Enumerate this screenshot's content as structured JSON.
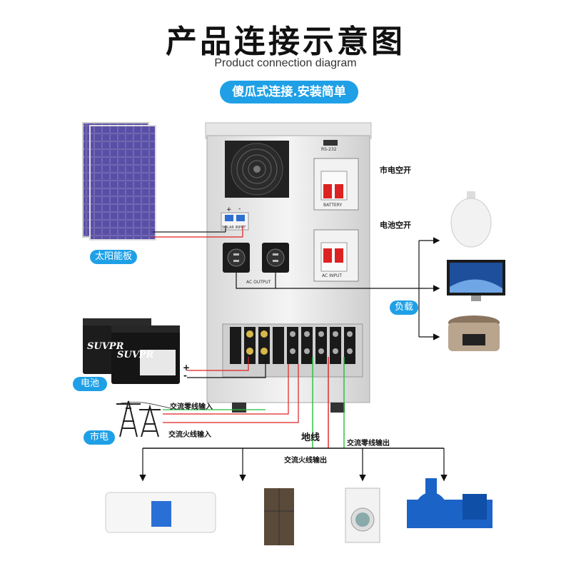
{
  "header": {
    "title": "产品连接示意图",
    "subtitle": "Product connection diagram",
    "tagline": "傻瓜式连接.安装简单"
  },
  "badges": {
    "solar": "太阳能板",
    "battery": "电池",
    "grid": "市电",
    "load": "负载"
  },
  "cabinet_labels": {
    "grid_breaker": "市电空开",
    "battery_breaker": "电池空开",
    "rs232": "RS-232",
    "battery_tag": "BATTERY",
    "ac_input_tag": "AC INPUT",
    "ac_output_tag": "AC OUTPUT",
    "solar_input_tag": "SOLAR INPUT",
    "plus": "+",
    "minus": "-"
  },
  "battery_labels": {
    "brand_back": "SUVPR",
    "brand_front": "SUVPR"
  },
  "wire_labels": {
    "neutral_in": "交流零线输入",
    "live_in": "交流火线输入",
    "ground": "地线",
    "neutral_out": "交流零线输出",
    "live_out": "交流火线输出"
  },
  "battery_terminals": {
    "plus": "+",
    "minus": "-"
  },
  "icons": [
    "solar-panel-icon",
    "inverter-cabinet-icon",
    "fan-icon",
    "breaker-icon",
    "socket-icon",
    "battery-icon",
    "power-tower-icon",
    "light-bulb-icon",
    "monitor-icon",
    "rice-cooker-icon",
    "air-conditioner-icon",
    "refrigerator-icon",
    "washing-machine-icon",
    "water-pump-icon"
  ],
  "colors": {
    "accent": "#1fa0e6",
    "wire_red": "#e02020",
    "wire_green": "#22c03a",
    "wire_black": "#111111"
  }
}
